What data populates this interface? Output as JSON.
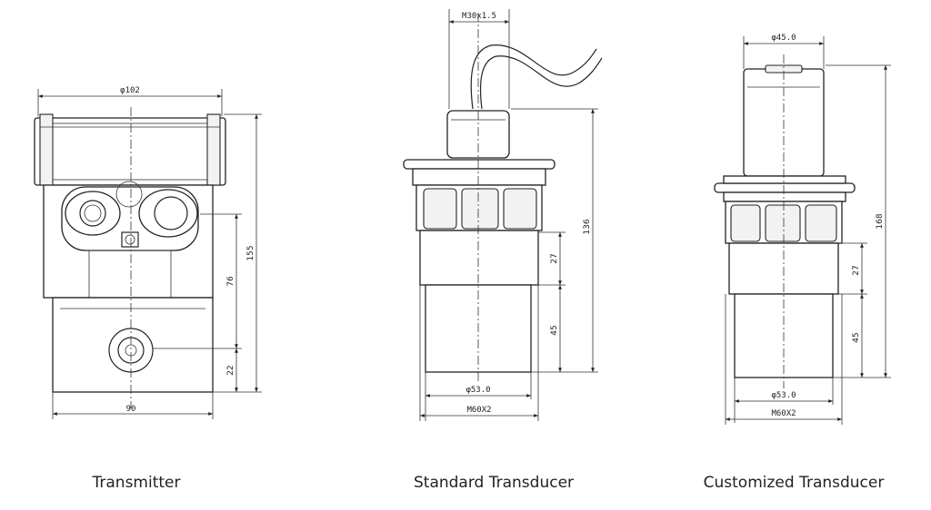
{
  "captions": {
    "transmitter": "Transmitter",
    "standard": "Standard Transducer",
    "customized": "Customized Transducer"
  },
  "transmitter_dims": {
    "top_diameter": "φ102",
    "height_total": "155",
    "height_mid": "76",
    "height_bottom": "22",
    "width_bottom": "90"
  },
  "standard_dims": {
    "thread_top": "M30x1.5",
    "height_total": "136",
    "height_thread": "27",
    "height_body": "45",
    "body_diameter": "φ53.0",
    "thread_bottom": "M60X2"
  },
  "customized_dims": {
    "top_diameter": "φ45.0",
    "height_total": "168",
    "height_thread": "27",
    "height_body": "45",
    "body_diameter": "φ53.0",
    "thread_bottom": "M60X2"
  }
}
